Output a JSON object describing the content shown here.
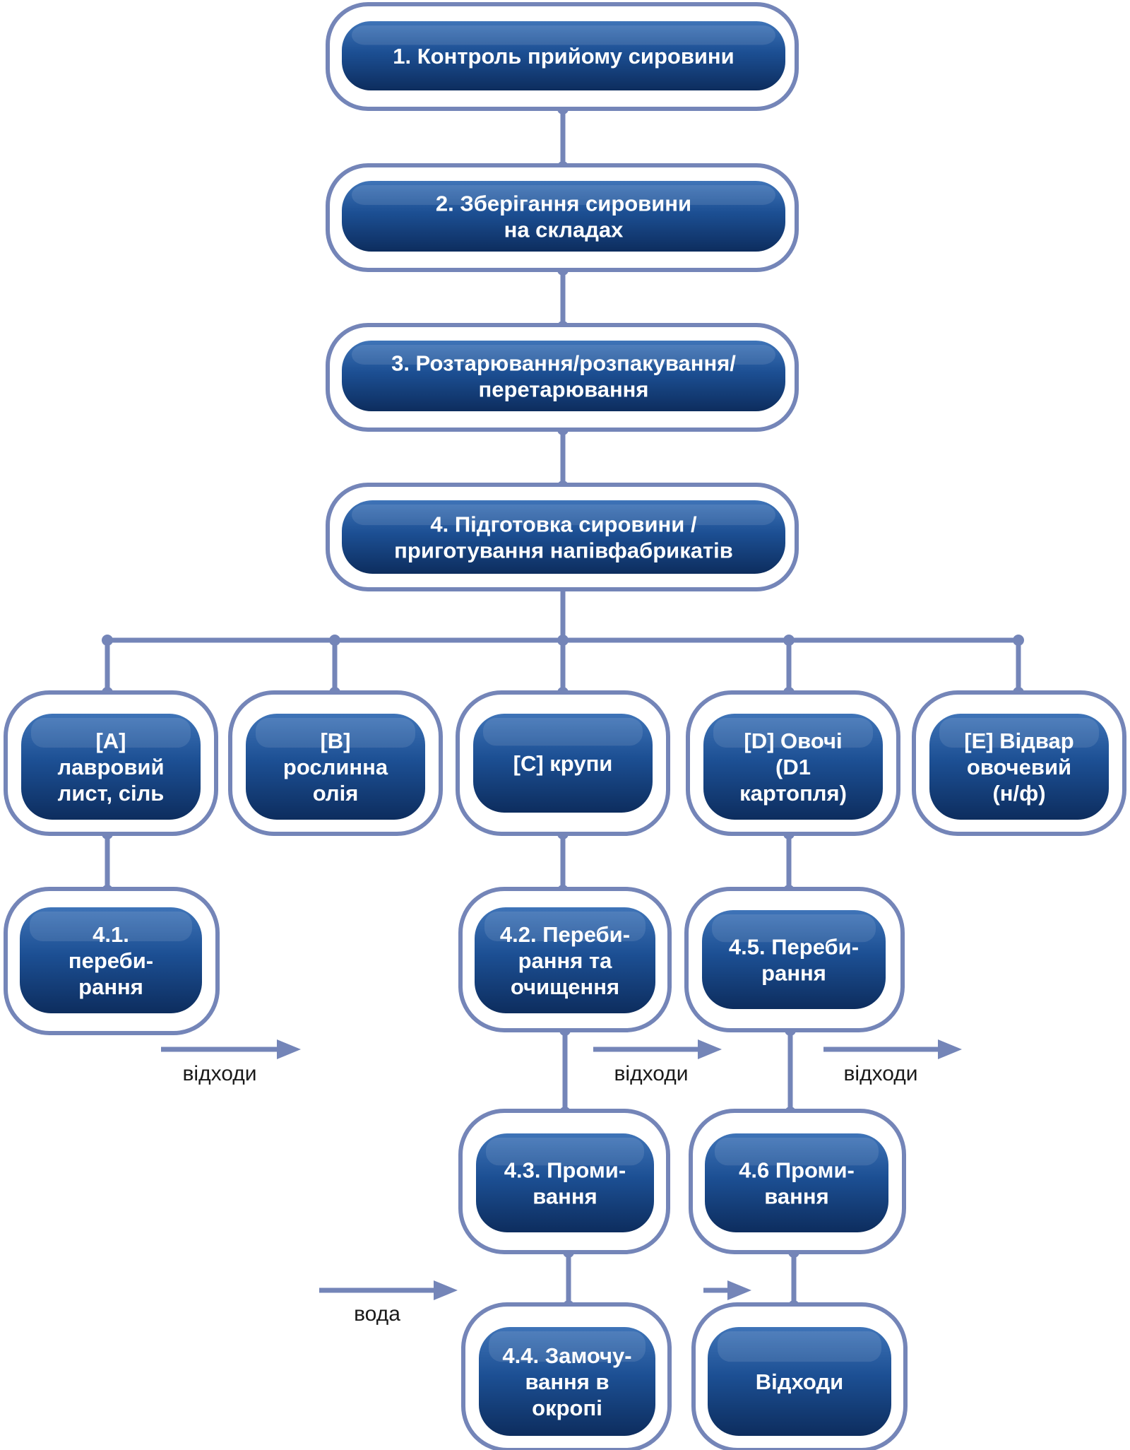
{
  "nodes": {
    "n1": [
      "1. Контроль прийому сировини"
    ],
    "n2": [
      "2. Зберігання сировини",
      "на складах"
    ],
    "n3": [
      "3. Розтарювання/розпакування/",
      "перетарювання"
    ],
    "n4": [
      "4. Підготовка сировини /",
      "приготування напівфабрикатів"
    ],
    "nA": [
      "[A]",
      "лавровий",
      "лист, сіль"
    ],
    "nB": [
      "[B]",
      "рослинна",
      "олія"
    ],
    "nC": [
      "[C]  крупи"
    ],
    "nD": [
      "[D] Овочі",
      "(D1",
      "картопля)"
    ],
    "nE": [
      "[E] Відвар",
      "овочевий",
      "(н/ф)"
    ],
    "n41": [
      "4.1.",
      "переби-",
      "рання"
    ],
    "n42": [
      "4.2. Переби-",
      "рання та",
      "очищення"
    ],
    "n45": [
      "4.5. Переби-",
      "рання"
    ],
    "n43": [
      "4.3. Проми-",
      "вання"
    ],
    "n46": [
      "4.6 Проми-",
      "вання"
    ],
    "n44": [
      "4.4. Замочу-",
      "вання в",
      "окропі"
    ],
    "nW": [
      "Відходи"
    ]
  },
  "labels": {
    "waste1": "відходи",
    "waste2": "відходи",
    "waste3": "відходи",
    "water": "вода"
  },
  "colors": {
    "node_fill": "#1d4f8f",
    "frame_stroke": "#7485b8",
    "connector": "#7485b8"
  }
}
